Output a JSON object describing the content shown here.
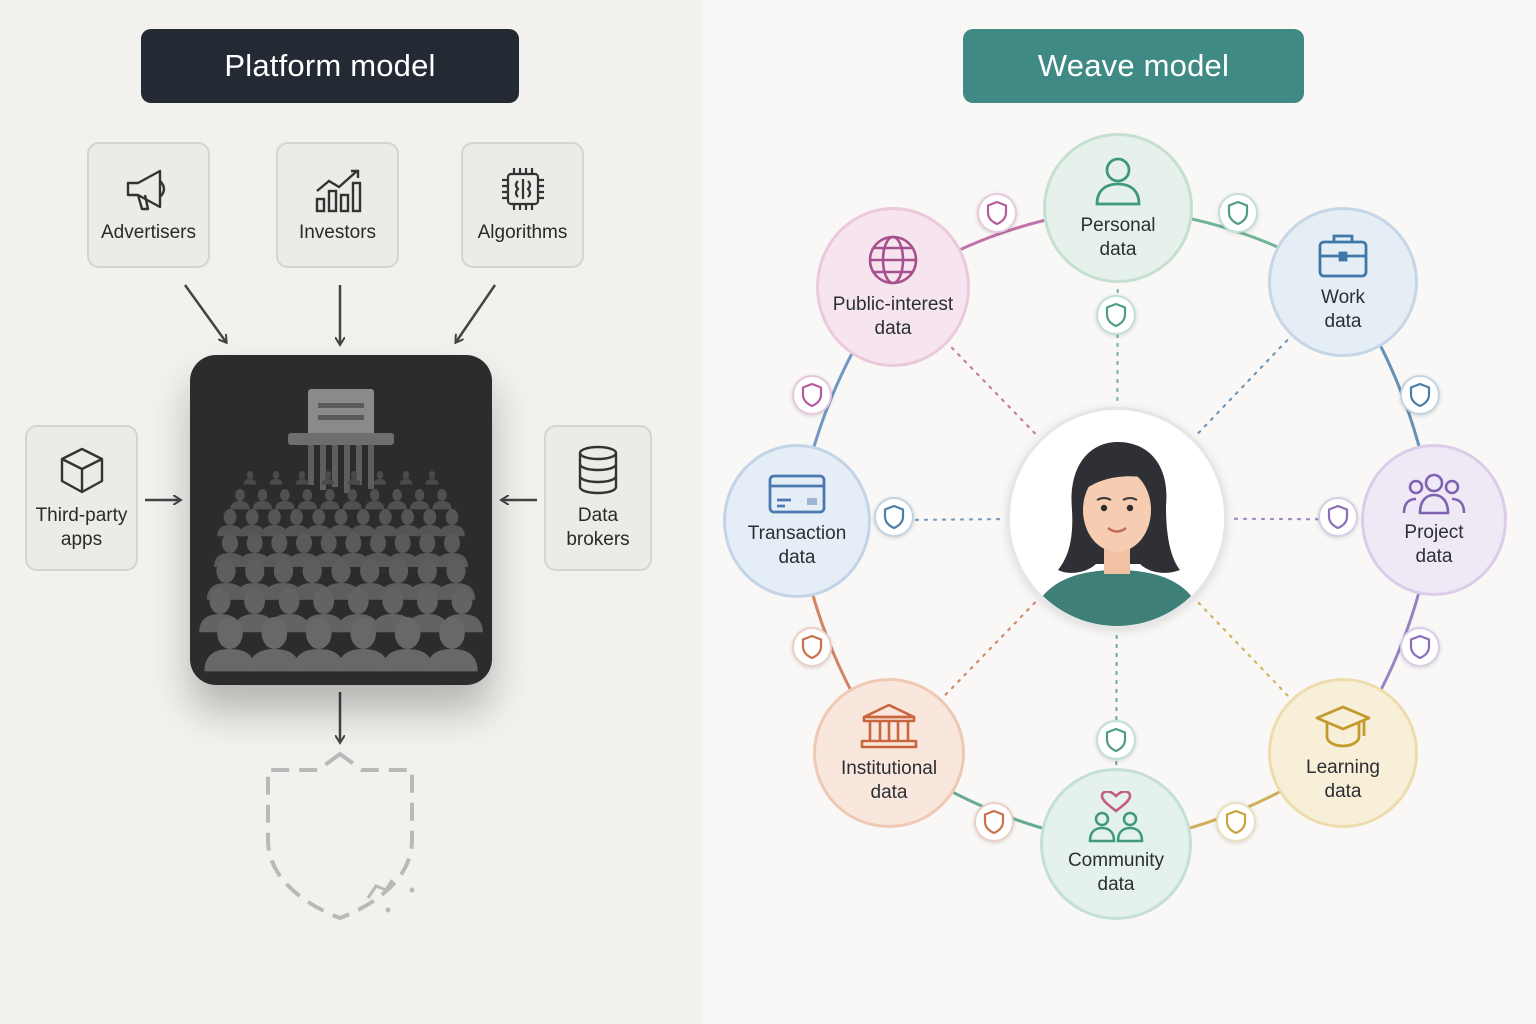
{
  "platform": {
    "title": "Platform model",
    "sources": [
      {
        "label": "Advertisers",
        "icon": "megaphone-icon"
      },
      {
        "label": "Investors",
        "icon": "bar-chart-icon"
      },
      {
        "label": "Algorithms",
        "icon": "chip-icon"
      },
      {
        "label": "Third-party\napps",
        "icon": "cube-icon"
      },
      {
        "label": "Data\nbrokers",
        "icon": "database-icon"
      }
    ],
    "hub_icon": "crowd-funnel-icon",
    "output_icon": "broken-shield-icon"
  },
  "weave": {
    "title": "Weave model",
    "center_icon": "person-avatar",
    "nodes": [
      {
        "label": "Personal\ndata",
        "icon": "person-icon",
        "color": "#5aa889"
      },
      {
        "label": "Work\ndata",
        "icon": "briefcase-icon",
        "color": "#4c7ea8"
      },
      {
        "label": "Project\ndata",
        "icon": "group-icon",
        "color": "#8a6fb8"
      },
      {
        "label": "Learning\ndata",
        "icon": "graduation-cap-icon",
        "color": "#c9a23c"
      },
      {
        "label": "Community\ndata",
        "icon": "community-heart-icon",
        "color": "#4f9e80"
      },
      {
        "label": "Institutional\ndata",
        "icon": "institution-icon",
        "color": "#c9714e"
      },
      {
        "label": "Transaction\ndata",
        "icon": "card-icon",
        "color": "#5a86b8"
      },
      {
        "label": "Public-interest\ndata",
        "icon": "globe-icon",
        "color": "#b65c9c"
      }
    ]
  }
}
